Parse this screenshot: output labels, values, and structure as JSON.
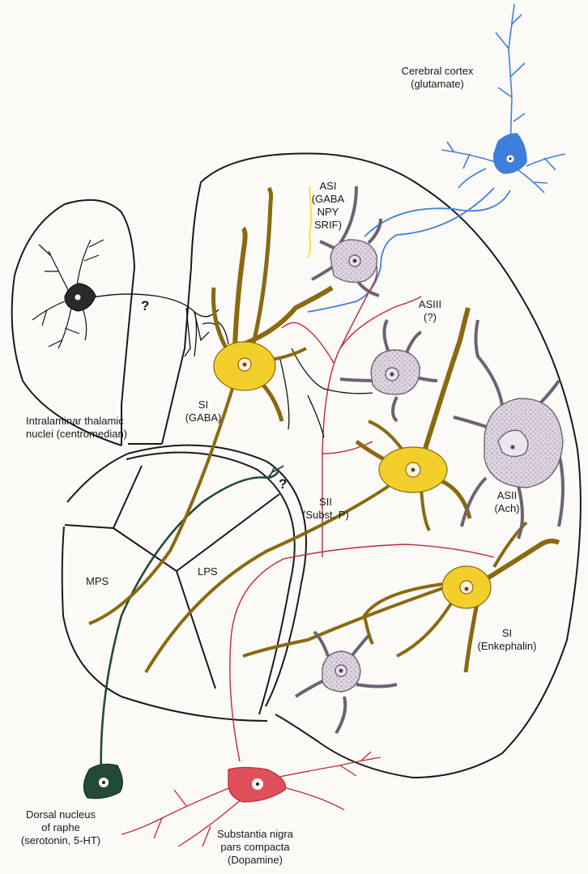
{
  "colors": {
    "background": "#fbfaf7",
    "outline": "#1a1a1a",
    "spiny_neuron_fill": "#f2cf2a",
    "spiny_neuron_stroke": "#8a6a10",
    "interneuron_fill": "#dcd3df",
    "interneuron_stroke": "#6d6272",
    "cortical_neuron": "#3f7fd9",
    "dopamine_neuron": "#e0505a",
    "dopamine_axon": "#c0283a",
    "raphe_neuron": "#234a38",
    "thalamic_neuron": "#111111"
  },
  "icons": {
    "cortex": "pyramidal-neuron-icon",
    "thalamus": "thalamic-neuron-icon",
    "nigra": "dopamine-neuron-icon",
    "raphe": "serotonin-neuron-icon",
    "spiny": "spiny-projection-neuron-icon",
    "interneuron": "aspiny-interneuron-icon"
  },
  "labels": {
    "cortex": [
      "Cerebral cortex",
      "(glutamate)"
    ],
    "asi": [
      "ASI",
      "(GABA",
      "NPY",
      "SRIF)"
    ],
    "asiii": [
      "ASIII",
      "(?)"
    ],
    "si_gaba": [
      "SI",
      "(GABA)"
    ],
    "thalamus": [
      "Intralaminar thalamic",
      "nuclei (centromedian)"
    ],
    "q_thalamus": "?",
    "q_raphe": "?",
    "asii": [
      "ASII",
      "(Ach)"
    ],
    "sii": [
      "SII",
      "(Subst. P)"
    ],
    "mps": "MPS",
    "lps": "LPS",
    "si_enk": [
      "SI",
      "(Enkephalin)"
    ],
    "raphe": [
      "Dorsal nucleus",
      "of raphe",
      "(serotonin, 5-HT)"
    ],
    "nigra": [
      "Substantia nigra",
      "pars compacta",
      "(Dopamine)"
    ]
  }
}
